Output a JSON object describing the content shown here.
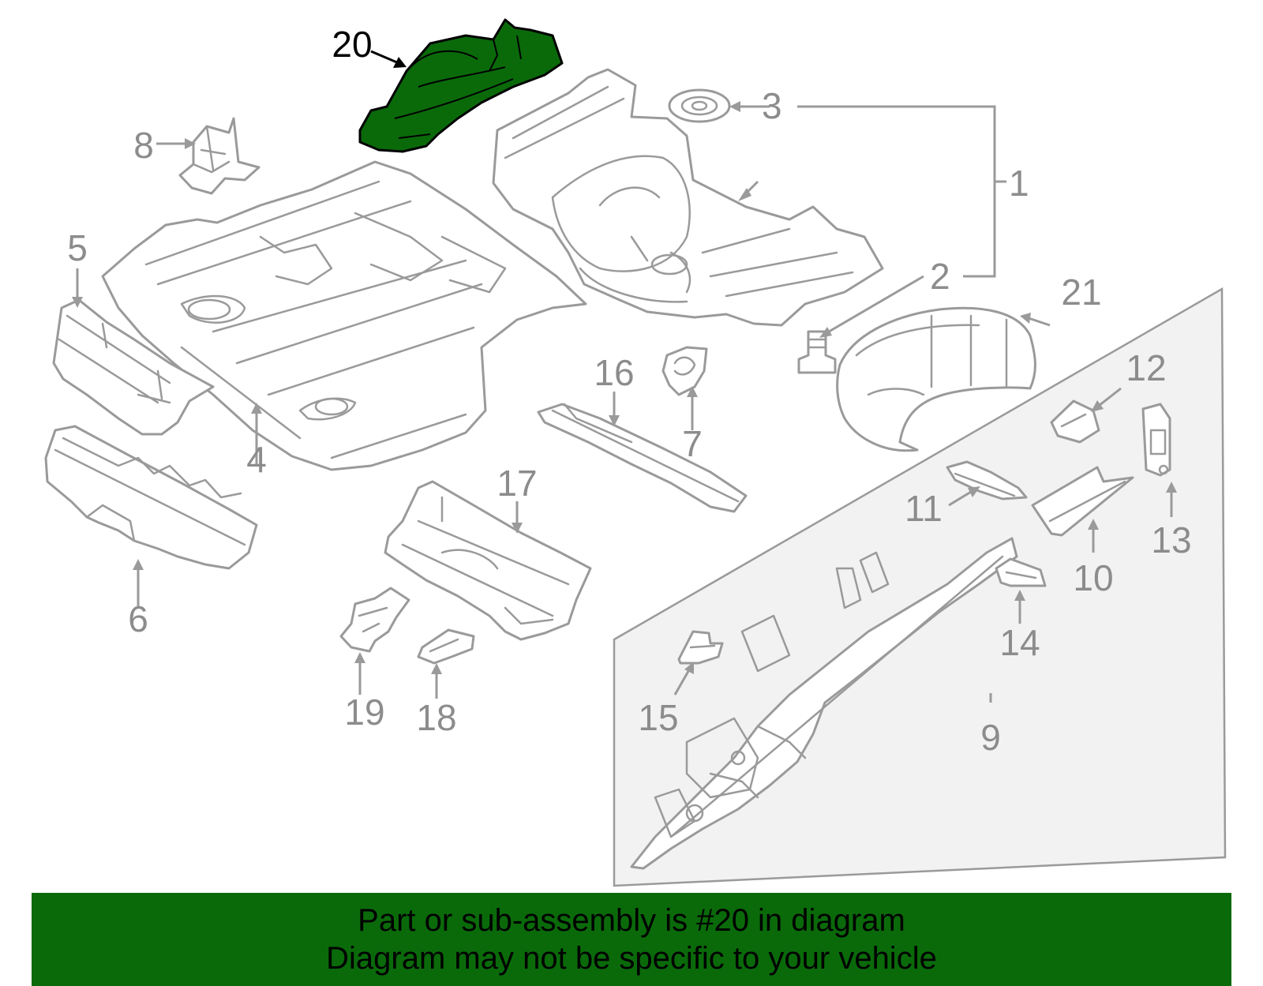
{
  "diagram": {
    "highlighted_part": "20",
    "highlight_color": "#0a6a0a",
    "line_color": "#9a9a9a",
    "callouts": {
      "c1": "1",
      "c2": "2",
      "c3": "3",
      "c4": "4",
      "c5": "5",
      "c6": "6",
      "c7": "7",
      "c8": "8",
      "c9": "9",
      "c10": "10",
      "c11": "11",
      "c12": "12",
      "c13": "13",
      "c14": "14",
      "c15": "15",
      "c16": "16",
      "c17": "17",
      "c18": "18",
      "c19": "19",
      "c20": "20",
      "c21": "21"
    }
  },
  "banner": {
    "line1": "Part or sub-assembly is #20 in diagram",
    "line2": "Diagram may not be specific to your vehicle",
    "background": "#0a6a0a"
  }
}
